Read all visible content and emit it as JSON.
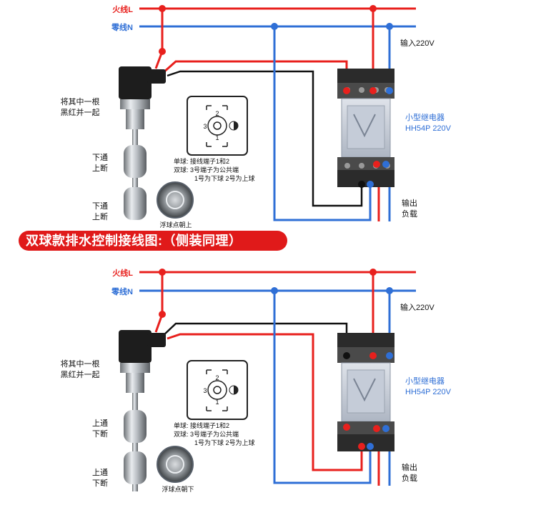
{
  "lines": {
    "live": "火线L",
    "neutral": "零线N"
  },
  "colors": {
    "live": "#e8201d",
    "neutral": "#2f6fd6",
    "black_wire": "#111111",
    "banner": "#e01a1a"
  },
  "relay": {
    "input_label": "输入220V",
    "name": "小型继电器",
    "model": "HH54P 220V",
    "output_label_1": "输出",
    "output_label_2": "负载"
  },
  "banner_text": "双球款排水控制接线图:（侧装同理）",
  "top_diagram": {
    "join_note_1": "将其中一根",
    "join_note_2": "黑红并一起",
    "float1_1": "下通",
    "float1_2": "上断",
    "float2_1": "下通",
    "float2_2": "上断",
    "float_note": "浮球点朝上",
    "connector": {
      "t1": "1",
      "t2": "2",
      "t3": "3",
      "note1": "单球: 接线端子1和2",
      "note2": "双球: 3号端子为公共端",
      "note3": "1号为下球  2号为上球"
    }
  },
  "bottom_diagram": {
    "join_note_1": "将其中一根",
    "join_note_2": "黑红并一起",
    "float1_1": "上通",
    "float1_2": "下断",
    "float2_1": "上通",
    "float2_2": "下断",
    "float_note": "浮球点朝下",
    "connector": {
      "t1": "1",
      "t2": "2",
      "t3": "3",
      "note1": "单球: 接线端子1和2",
      "note2": "双球: 3号端子为公共端",
      "note3": "1号为下球  2号为上球"
    }
  }
}
